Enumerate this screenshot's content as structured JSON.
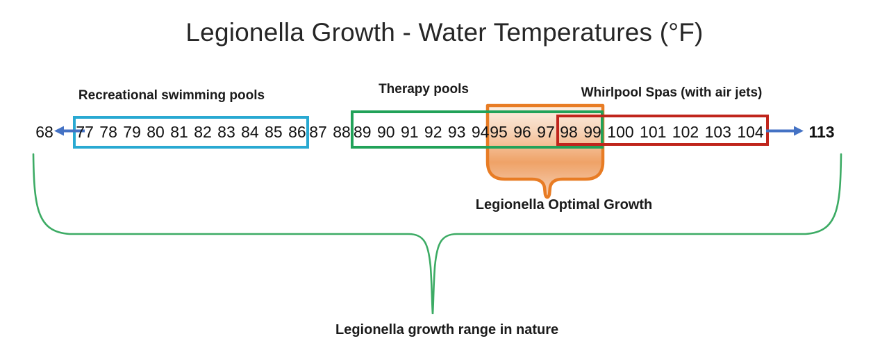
{
  "title": "Legionella Growth - Water Temperatures (°F)",
  "labels": {
    "recreational": "Recreational swimming pools",
    "therapy": "Therapy pools",
    "whirlpool": "Whirlpool Spas (with air jets)",
    "optimal": "Legionella Optimal Growth",
    "nature": "Legionella growth range in nature"
  },
  "numberline": {
    "left_end": "68",
    "right_end": "113",
    "blue_numbers": "77 78 79 80 81 82 83 84 85 86",
    "between_numbers": "87 88",
    "green_only_numbers": "89 90 91 92 93 94",
    "optimal_only_numbers": "95 96 97",
    "optimal_red_numbers": "98 99",
    "red_only_numbers": "100 101 102 103 104"
  },
  "ranges": [
    {
      "name": "Recreational swimming pools",
      "start": 77,
      "end": 86,
      "color": "#29a9d2"
    },
    {
      "name": "Therapy pools",
      "start": 89,
      "end": 99,
      "color": "#21a259"
    },
    {
      "name": "Legionella Optimal Growth",
      "start": 95,
      "end": 99,
      "color": "#e87c24"
    },
    {
      "name": "Whirlpool Spas (with air jets)",
      "start": 98,
      "end": 104,
      "color": "#c0251c"
    },
    {
      "name": "Legionella growth range in nature",
      "start": 68,
      "end": 113,
      "color": "#3cab64"
    }
  ],
  "colors": {
    "recreational_box": "#29a9d2",
    "therapy_box": "#21a259",
    "whirlpool_box": "#c0251c",
    "optimal_shape": "#e87c24",
    "arrow_blue": "#4472c4",
    "nature_brace": "#3cab64",
    "text": "#1a1a1a"
  }
}
